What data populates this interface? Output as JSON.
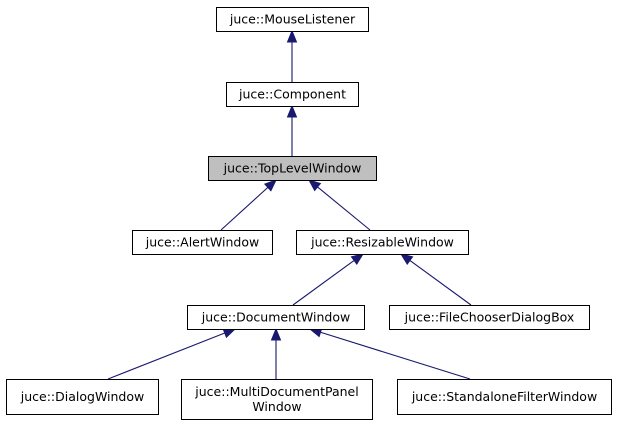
{
  "nodes": [
    {
      "id": "mouselistener",
      "lines": [
        "juce::MouseListener"
      ],
      "highlight": false
    },
    {
      "id": "component",
      "lines": [
        "juce::Component"
      ],
      "highlight": false
    },
    {
      "id": "toplevelwindow",
      "lines": [
        "juce::TopLevelWindow"
      ],
      "highlight": true
    },
    {
      "id": "alertwindow",
      "lines": [
        "juce::AlertWindow"
      ],
      "highlight": false
    },
    {
      "id": "resizablewindow",
      "lines": [
        "juce::ResizableWindow"
      ],
      "highlight": false
    },
    {
      "id": "documentwindow",
      "lines": [
        "juce::DocumentWindow"
      ],
      "highlight": false
    },
    {
      "id": "filechooserdialogbox",
      "lines": [
        "juce::FileChooserDialogBox"
      ],
      "highlight": false
    },
    {
      "id": "dialogwindow",
      "lines": [
        "juce::DialogWindow"
      ],
      "highlight": false
    },
    {
      "id": "multidocumentpanelwindow",
      "lines": [
        "juce::MultiDocumentPanel",
        "Window"
      ],
      "highlight": false
    },
    {
      "id": "standalonefilterwindow",
      "lines": [
        "juce::StandaloneFilterWindow"
      ],
      "highlight": false
    }
  ],
  "edges": [
    {
      "from": "component",
      "to": "mouselistener"
    },
    {
      "from": "toplevelwindow",
      "to": "component"
    },
    {
      "from": "alertwindow",
      "to": "toplevelwindow"
    },
    {
      "from": "resizablewindow",
      "to": "toplevelwindow"
    },
    {
      "from": "documentwindow",
      "to": "resizablewindow"
    },
    {
      "from": "filechooserdialogbox",
      "to": "resizablewindow"
    },
    {
      "from": "dialogwindow",
      "to": "documentwindow"
    },
    {
      "from": "multidocumentpanelwindow",
      "to": "documentwindow"
    },
    {
      "from": "standalonefilterwindow",
      "to": "documentwindow"
    }
  ],
  "colors": {
    "edge": "#191970",
    "node_fill": "#ffffff",
    "highlight_fill": "#bfbfbf",
    "border": "#000000"
  }
}
